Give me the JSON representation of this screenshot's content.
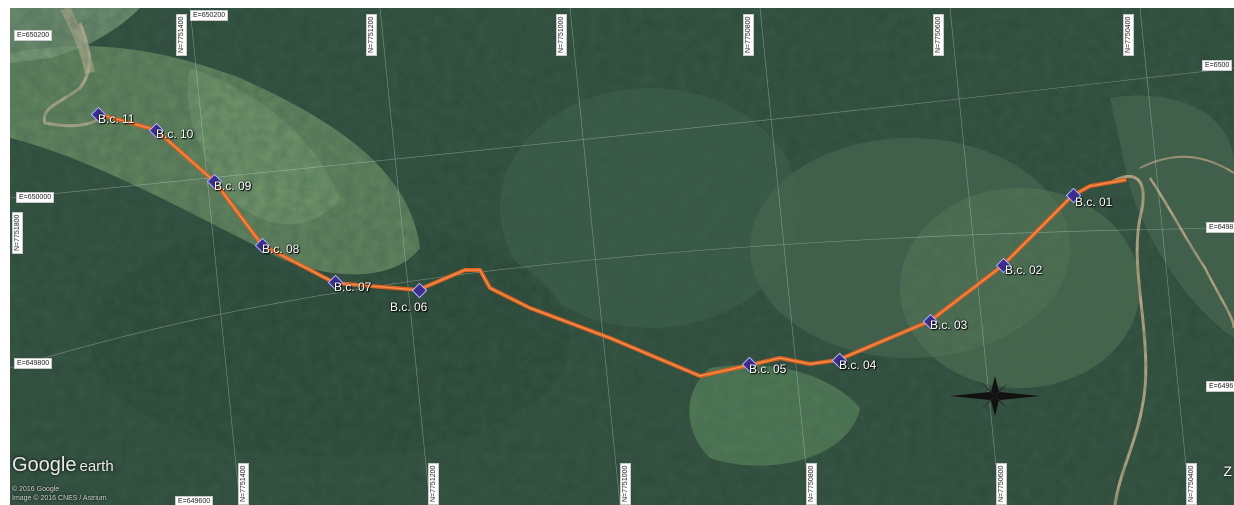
{
  "map": {
    "logo": {
      "brand": "Google",
      "product": "earth"
    },
    "copyright": {
      "line1": "© 2016 Google",
      "line2": "Image © 2016 CNES / Astrium"
    },
    "edge_text": "Z",
    "markers": [
      {
        "label": "B.c. 01"
      },
      {
        "label": "B.c. 02"
      },
      {
        "label": "B.c. 03"
      },
      {
        "label": "B.c. 04"
      },
      {
        "label": "B.c. 05"
      },
      {
        "label": "B.c. 06"
      },
      {
        "label": "B.c. 07"
      },
      {
        "label": "B.c. 08"
      },
      {
        "label": "B.c. 09"
      },
      {
        "label": "B.c. 10"
      },
      {
        "label": "B.c. 11"
      }
    ],
    "grid_labels": {
      "e650200_top": "E=650200",
      "e650200_left": "E=650200",
      "e650000_left": "E=650000",
      "e649800_left": "E=649800",
      "e649600_bottom": "E=649600",
      "e6500_right": "E=6500",
      "e6498_right": "E=6498",
      "e6496_right": "E=6496",
      "n_top_1": "N=7751400",
      "n_top_2": "N=7751200",
      "n_top_3": "N=7751000",
      "n_top_4": "N=7750800",
      "n_top_5": "N=7750600",
      "n_top_6": "N=7750400",
      "n_left": "N=7751800",
      "n_bot_1": "N=7751400",
      "n_bot_2": "N=7751200",
      "n_bot_3": "N=7751000",
      "n_bot_4": "N=7750800",
      "n_bot_5": "N=7750600",
      "n_bot_6": "N=7750400"
    },
    "colors": {
      "route": "#e0621f",
      "marker": "#3b2e8c",
      "forest": "#2f4a3a",
      "clearing": "#6e8f65"
    },
    "compass_icon": "compass-rose-icon"
  }
}
